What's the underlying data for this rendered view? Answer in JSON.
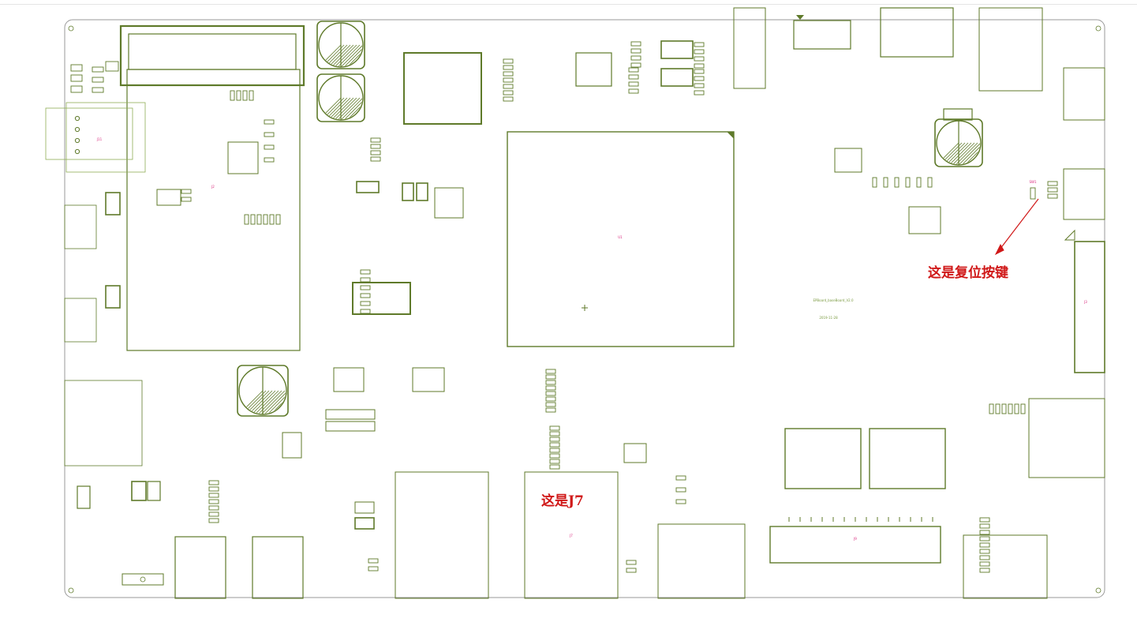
{
  "annotations": {
    "reset_button": "这是复位按键",
    "j7": "这是J7"
  },
  "board": {
    "title_text": "EPBoard_baseBoard_V2.0",
    "date_text": "2019-11-28"
  },
  "colors": {
    "outline": "#5f7a2a",
    "outline_light": "#8fae55",
    "refdes": "#d8247a",
    "annotation": "#d01818",
    "arrow": "#d01818"
  },
  "components": [
    {
      "ref": "J7",
      "name": "j7-connector"
    },
    {
      "ref": "U1",
      "name": "main-soc"
    },
    {
      "ref": "J2",
      "name": "stamp-hole-module"
    },
    {
      "ref": "J11",
      "name": "usb-connector"
    },
    {
      "ref": "J9",
      "name": "bottom-header"
    },
    {
      "ref": "J3",
      "name": "right-header"
    },
    {
      "ref": "SW1",
      "name": "reset-button-switch"
    }
  ]
}
